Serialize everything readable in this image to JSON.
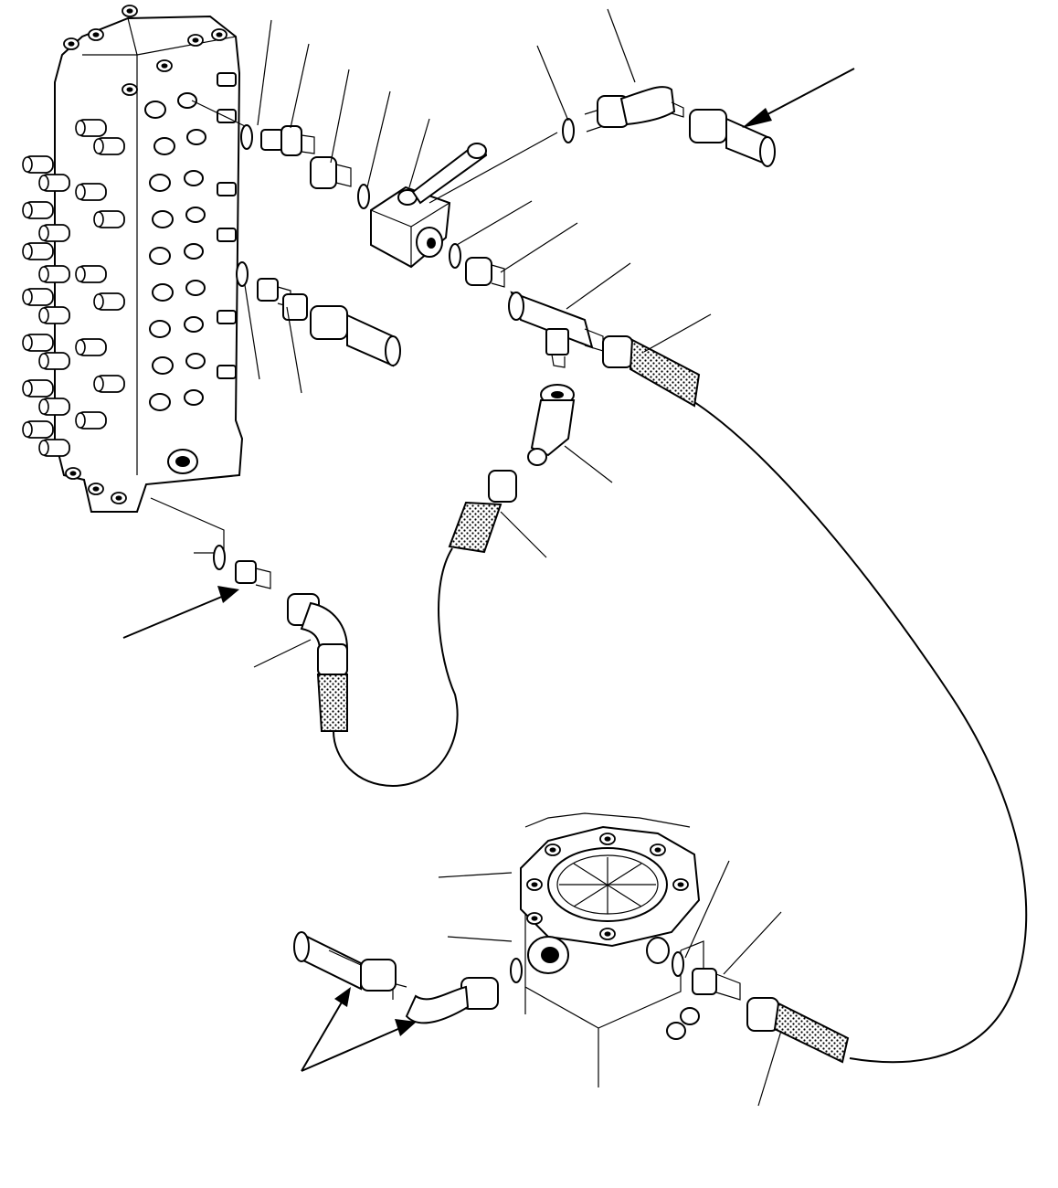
{
  "figure": {
    "title": "",
    "labels": []
  },
  "components": {
    "control_valve": "control-valve-assembly",
    "ball_valve": "ball-valve",
    "tee": "tee-fitting",
    "tank": "hydraulic-tank",
    "colors": {
      "line": "#000000",
      "background": "#ffffff",
      "mesh": "#000000"
    }
  }
}
